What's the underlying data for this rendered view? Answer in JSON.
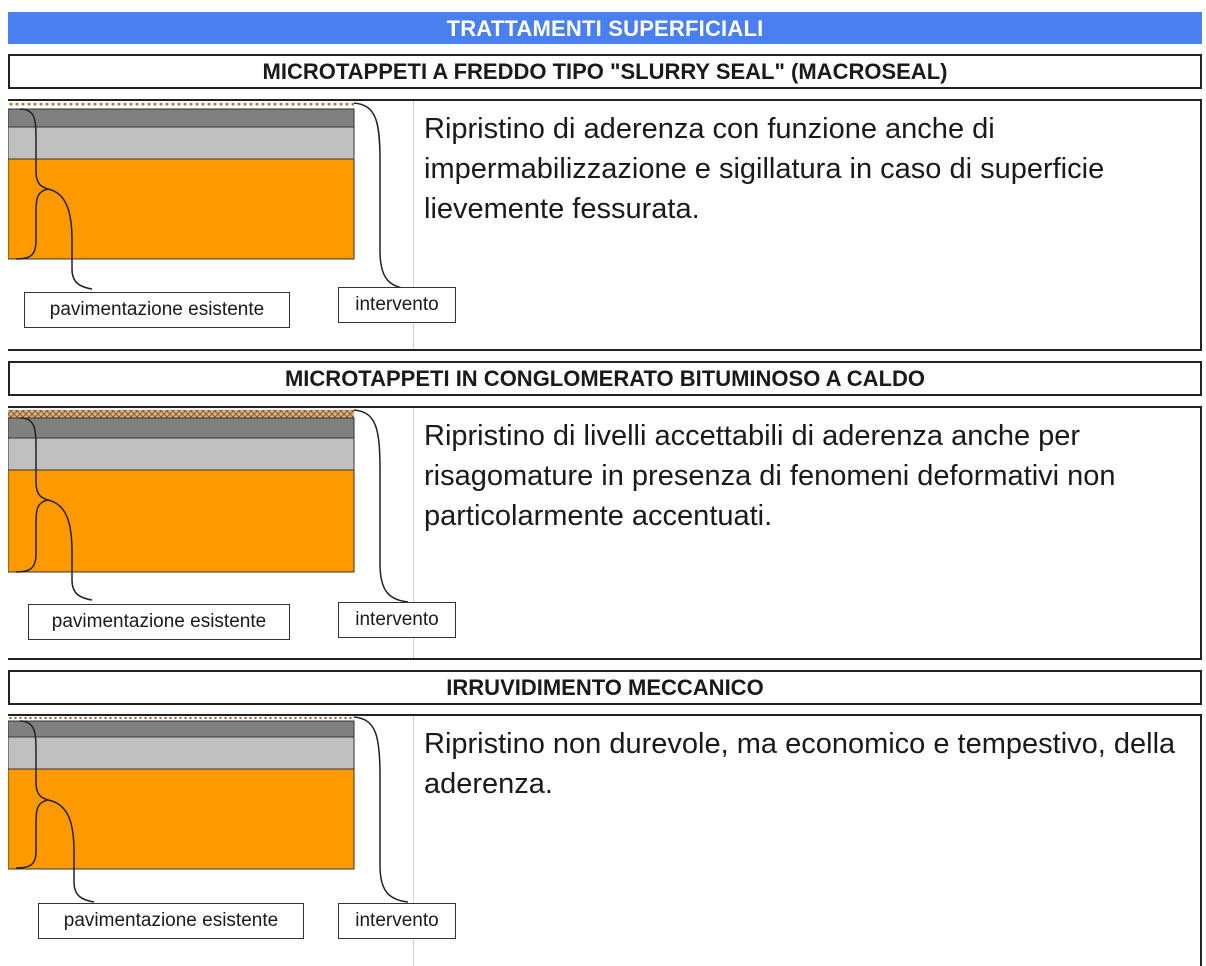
{
  "header": {
    "title": "TRATTAMENTI SUPERFICIALI"
  },
  "sections": [
    {
      "title": "MICROTAPPETI A FREDDO TIPO \"SLURRY SEAL\" (MACROSEAL)",
      "description": "Ripristino di aderenza con funzione anche di impermabilizzazione e sigillatura in caso di superficie lievemente fessurata.",
      "label_existing": "pavimentazione esistente",
      "label_intervention": "intervento"
    },
    {
      "title": "MICROTAPPETI IN CONGLOMERATO BITUMINOSO A CALDO",
      "description": "Ripristino di livelli accettabili di aderenza anche per risagomature in presenza di fenomeni deformativi non particolarmente accentuati.",
      "label_existing": "pavimentazione esistente",
      "label_intervention": "intervento"
    },
    {
      "title": "IRRUVIDIMENTO MECCANICO",
      "description": "Ripristino non durevole, ma economico e tempestivo, della aderenza.",
      "label_existing": "pavimentazione esistente",
      "label_intervention": "intervento"
    }
  ],
  "colors": {
    "banner": "#4a7ff0",
    "asphalt_base": "#ff9900",
    "binder": "#c0c0c0",
    "wearing": "#808080",
    "surface_layer": "#c8a070"
  }
}
